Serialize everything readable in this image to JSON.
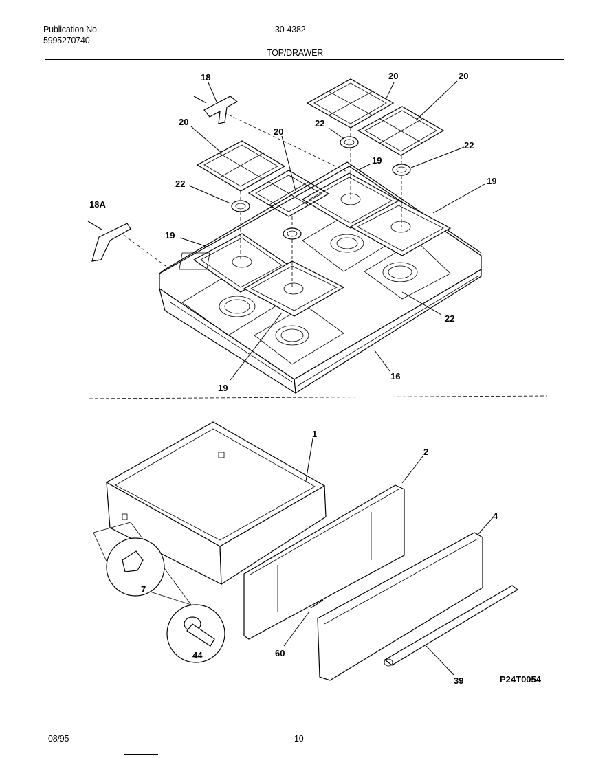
{
  "header": {
    "publication_label": "Publication No.",
    "publication_number": "5995270740",
    "doc_code": "30-4382",
    "section_title": "TOP/DRAWER"
  },
  "footer": {
    "date": "08/95",
    "page": "10"
  },
  "diagram_code": "P24T0054",
  "part_callouts": {
    "grate_left_1": "20",
    "grate_left_2": "20",
    "grate_right_1": "20",
    "grate_right_2": "20",
    "bracket_rear": "18",
    "bracket_side": "18A",
    "ring_left": "22",
    "ring_right_top": "22",
    "ring_right_mid": "22",
    "ring_front": "22",
    "pan_rear_right": "19",
    "pan_right": "19",
    "pan_left": "19",
    "pan_front": "19",
    "cooktop": "16",
    "drawer_body": "1",
    "drawer_panel": "2",
    "drawer_front": "4",
    "roller": "7",
    "glide": "44",
    "screw": "60",
    "handle": "39"
  }
}
